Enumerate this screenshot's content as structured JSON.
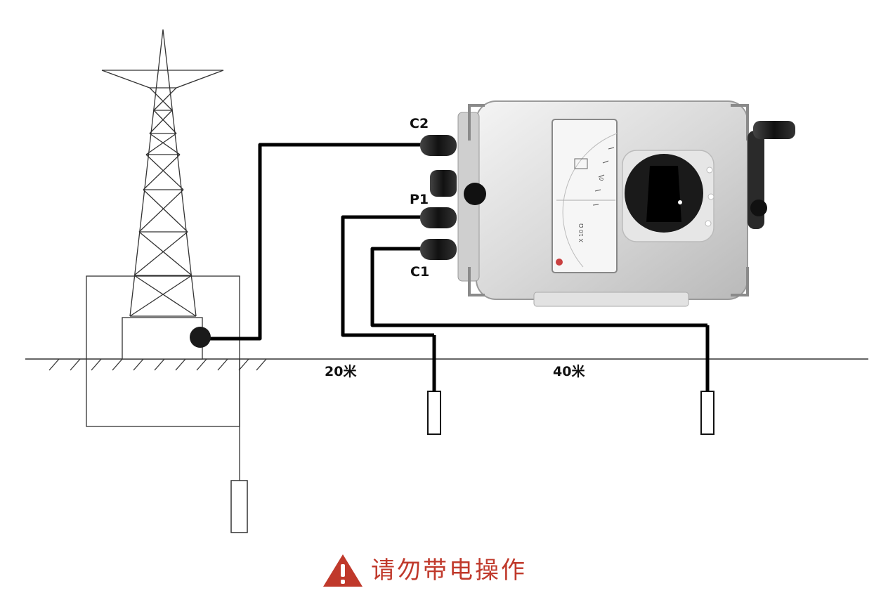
{
  "labels": {
    "c2": "C2",
    "p1": "P1",
    "c1": "C1"
  },
  "distances": {
    "near": "20米",
    "far": "40米"
  },
  "meter": {
    "unit": "X 10 Ω",
    "scale_zero": "0"
  },
  "warning": {
    "text": "请勿带电操作",
    "icon": "warning-triangle-icon",
    "color": "#c0392b"
  },
  "colors": {
    "wire": "#000000",
    "lines": "#333333"
  }
}
